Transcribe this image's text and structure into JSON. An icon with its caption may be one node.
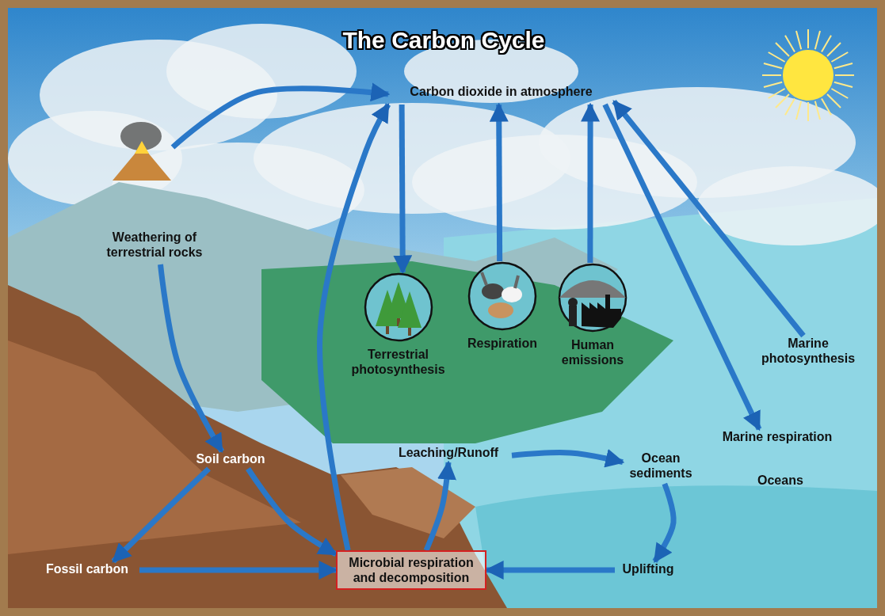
{
  "diagram": {
    "title": "The Carbon Cycle",
    "nodes": [
      {
        "text": [
          "Carbon dioxide in atmosphere"
        ]
      },
      {
        "text": [],
        "shape": "picture"
      },
      {
        "text": [
          "Weathering of terrestrial rocks"
        ]
      },
      {
        "text": [
          "Terrestrial photosynthesis"
        ]
      },
      {
        "text": [
          "Respiration"
        ]
      },
      {
        "text": [
          "Human emissions"
        ]
      },
      {
        "text": [
          "Marine photosynthesis"
        ]
      },
      {
        "text": [
          "Marine respiration"
        ]
      },
      {
        "text": [
          "Soil carbon"
        ]
      },
      {
        "text": [
          "Leaching/Runoff"
        ]
      },
      {
        "text": [
          "Ocean sediments"
        ]
      },
      {
        "text": [
          "Fossil carbon"
        ]
      },
      {
        "text": [
          "Microbial respiration and decomposition"
        ]
      },
      {
        "text": [
          "Uplifting"
        ]
      }
    ],
    "edges": [
      {
        "from": 1,
        "to": 0,
        "arrow": "to"
      },
      {
        "from": 0,
        "to": 3,
        "arrow": "to"
      },
      {
        "from": 4,
        "to": 0,
        "arrow": "to"
      },
      {
        "from": 5,
        "to": 0,
        "arrow": "to"
      },
      {
        "from": 0,
        "to": 7,
        "arrow": "to"
      },
      {
        "from": 6,
        "to": 0,
        "arrow": "to"
      },
      {
        "from": 2,
        "to": 8,
        "arrow": "to"
      },
      {
        "from": 12,
        "to": 0,
        "arrow": "to"
      },
      {
        "from": 8,
        "to": 11,
        "arrow": "to"
      },
      {
        "from": 8,
        "to": 12,
        "arrow": "to"
      },
      {
        "from": 11,
        "to": 12,
        "arrow": "to"
      },
      {
        "from": 13,
        "to": 12,
        "arrow": "to"
      },
      {
        "from": 12,
        "to": 9,
        "arrow": "to"
      },
      {
        "from": 9,
        "to": 10,
        "arrow": "to"
      },
      {
        "from": 10,
        "to": 13,
        "arrow": "to"
      }
    ],
    "labels": [
      "Oceans"
    ]
  }
}
